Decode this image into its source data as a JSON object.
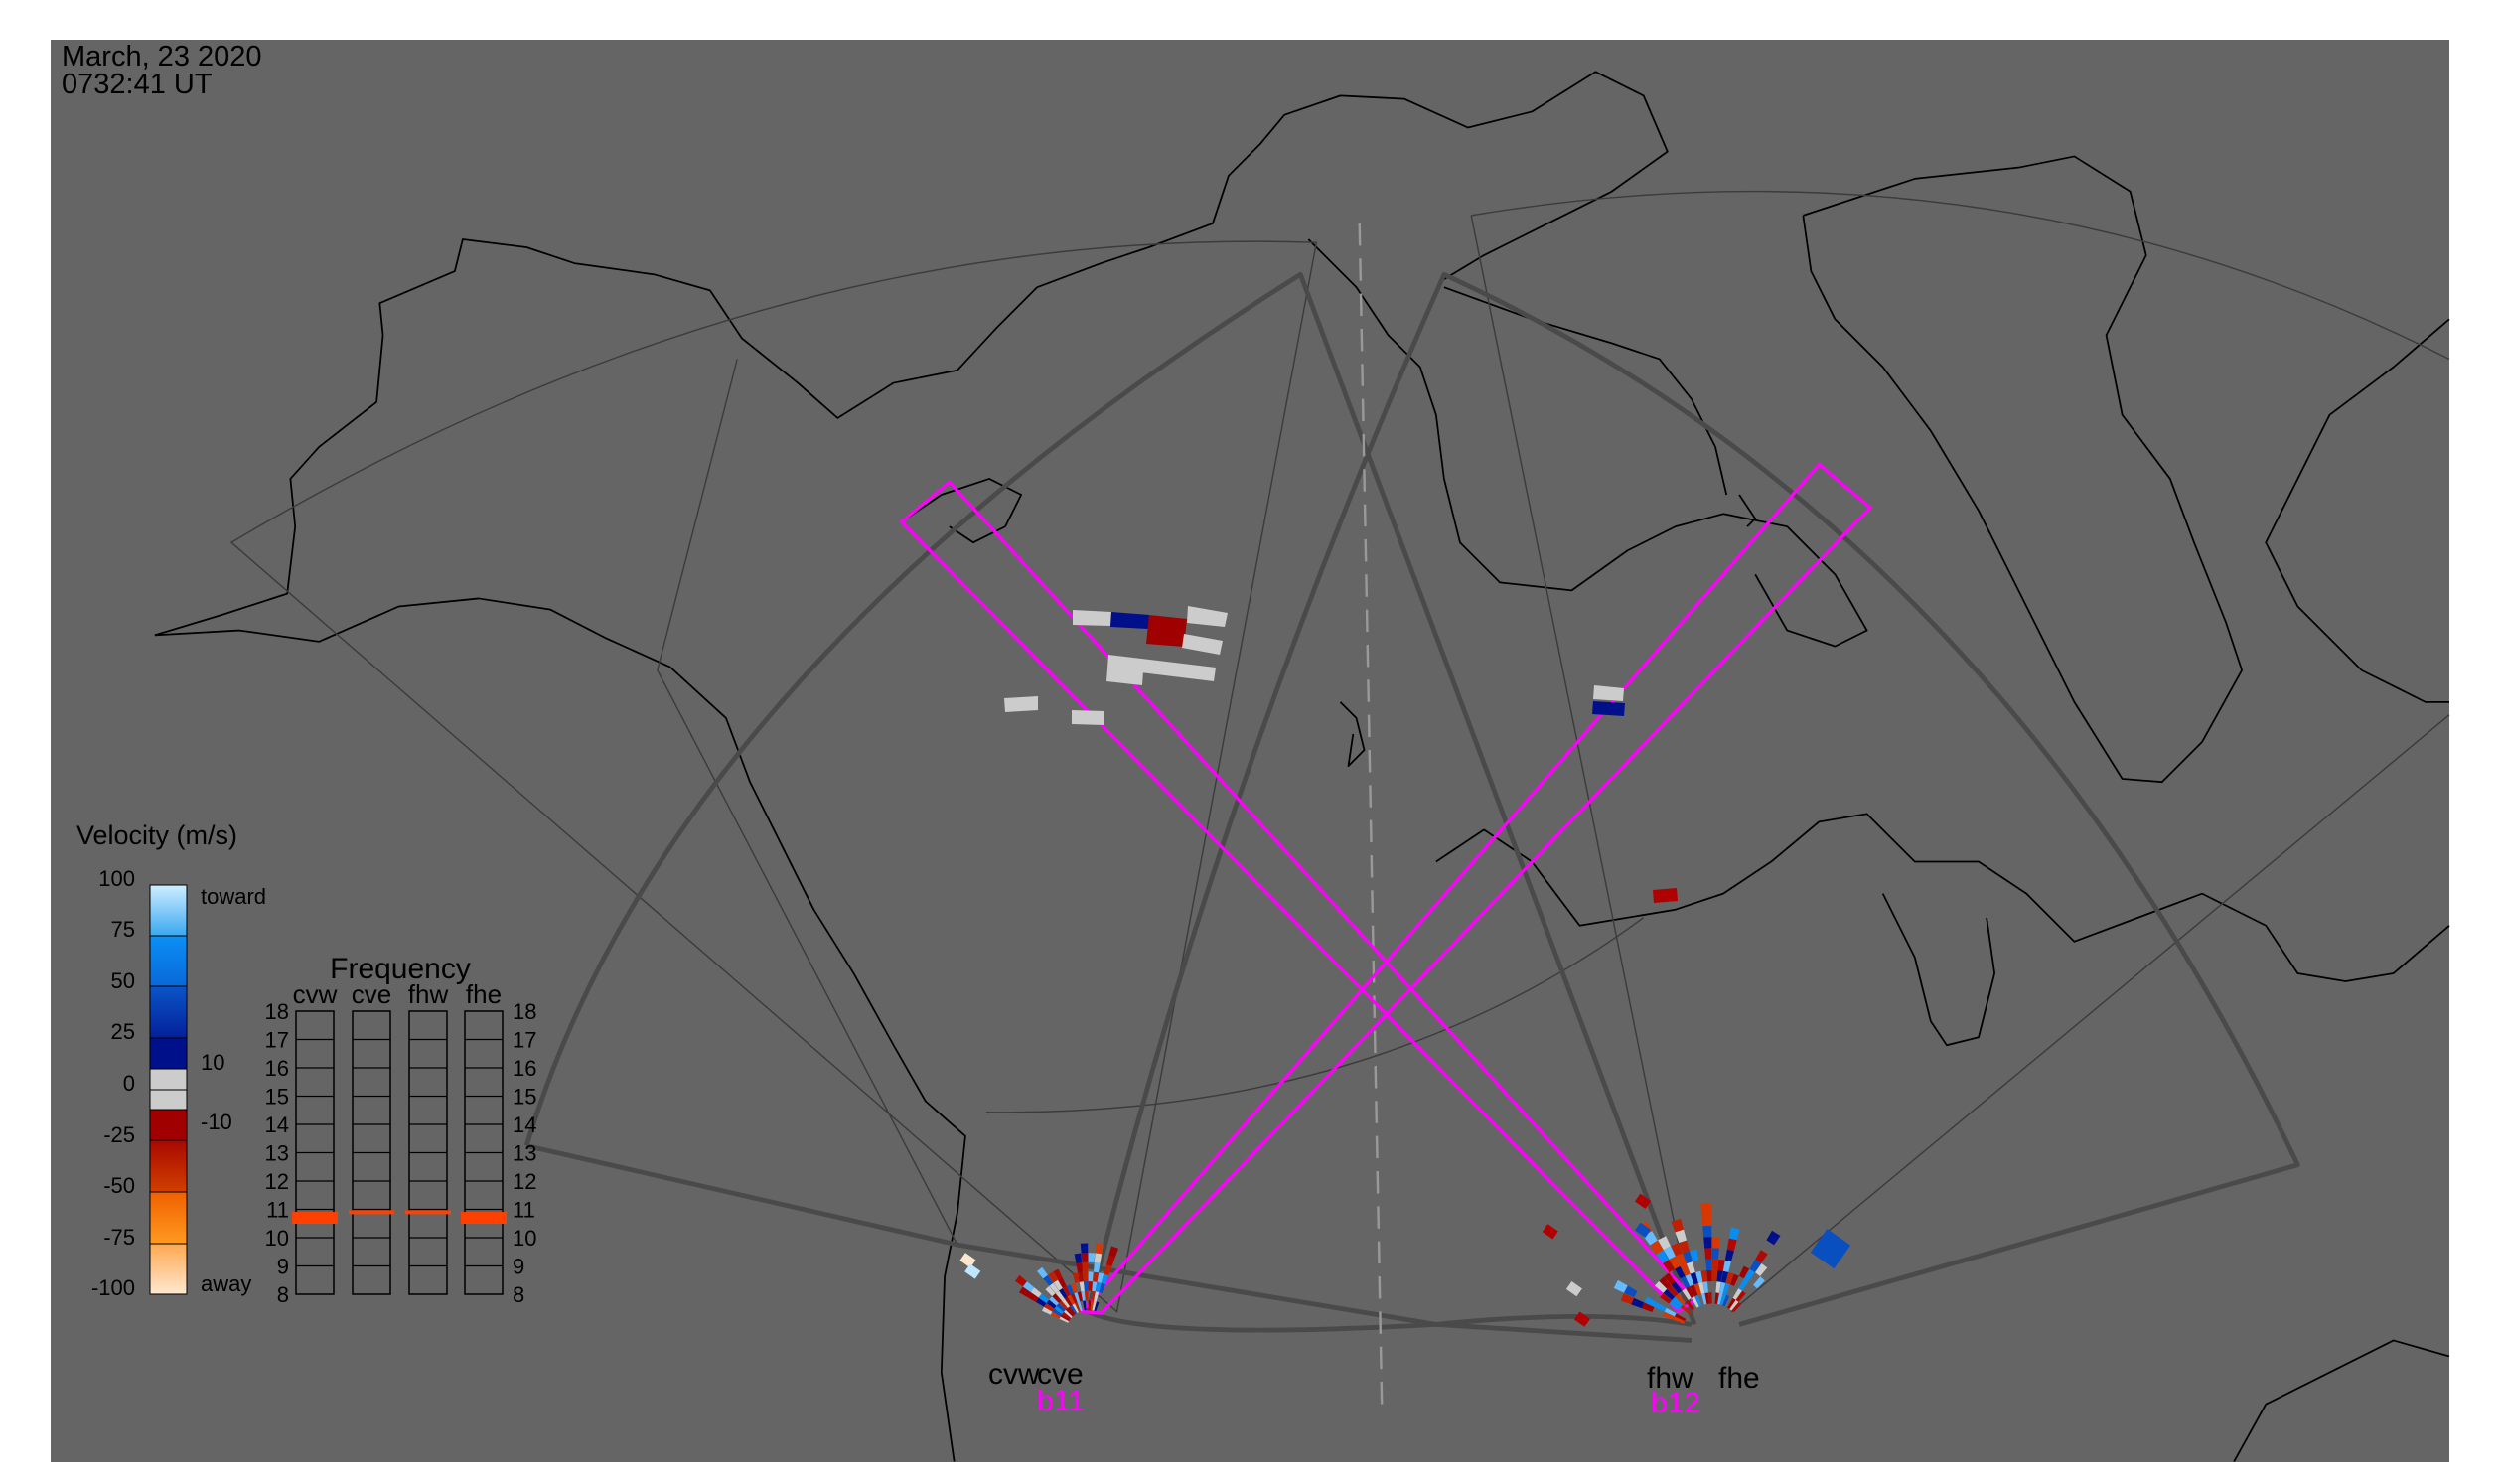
{
  "header": {
    "date": "March, 23 2020",
    "time": "0732:41 UT"
  },
  "velocity_legend": {
    "title": "Velocity (m/s)",
    "ticks": [
      "100",
      "75",
      "50",
      "25",
      "0",
      "-25",
      "-50",
      "-75",
      "-100"
    ],
    "toward_label": "toward",
    "away_label": "away",
    "ground_scatter_upper": "10",
    "ground_scatter_lower": "-10",
    "colors": {
      "light_blue": "#bfe6ff",
      "blue": "#0a8cf0",
      "mid_blue": "#0a4fc0",
      "navy": "#00108a",
      "gray": "#cccccc",
      "dark_red": "#a00000",
      "red": "#c02800",
      "orange": "#ff8010",
      "light_orange": "#ffe6cc"
    }
  },
  "frequency_legend": {
    "title": "Frequency",
    "columns": [
      "cvw",
      "cve",
      "fhw",
      "fhe"
    ],
    "ticks": [
      "18",
      "17",
      "16",
      "15",
      "14",
      "13",
      "12",
      "11",
      "10",
      "9",
      "8"
    ],
    "marker_color": "#ff4000",
    "frequencies_mhz": {
      "cvw": 10.7,
      "cve": 10.9,
      "fhw": 10.9,
      "fhe": 10.7
    }
  },
  "radars": {
    "west": {
      "labels": [
        "cvw",
        "cve"
      ],
      "beam": "b11"
    },
    "east": {
      "labels": [
        "fhw",
        "fhe"
      ],
      "beam": "b12"
    }
  },
  "colors": {
    "background": "#656565",
    "beam": "#ff00ff"
  }
}
